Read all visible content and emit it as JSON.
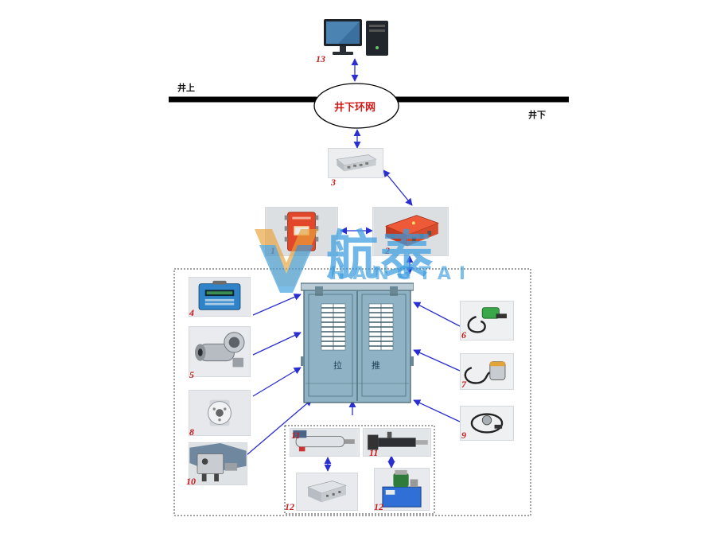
{
  "labels": {
    "above_ground": "井上",
    "below_ground": "井下",
    "ring_network": "井下环网",
    "door_left_char": "拉",
    "door_right_char": "推"
  },
  "watermark": {
    "brand_cn": "航泰",
    "brand_en": "HANGTAI"
  },
  "components": [
    {
      "id": "computer",
      "number": "13"
    },
    {
      "id": "switch-box",
      "number": "3"
    },
    {
      "id": "control-box-left",
      "number": "1"
    },
    {
      "id": "control-box-right",
      "number": "2"
    },
    {
      "id": "display-panel",
      "number": "4"
    },
    {
      "id": "camera",
      "number": "5"
    },
    {
      "id": "sensor-round",
      "number": "8"
    },
    {
      "id": "bracket-sensor",
      "number": "10"
    },
    {
      "id": "cylinder-left",
      "number": "11"
    },
    {
      "id": "cylinder-right",
      "number": "11"
    },
    {
      "id": "junction-box",
      "number": "12"
    },
    {
      "id": "hydraulic-station",
      "number": "12"
    },
    {
      "id": "cable-sensor-top",
      "number": "6"
    },
    {
      "id": "cable-sensor-mid",
      "number": "7"
    },
    {
      "id": "cable-sensor-bottom",
      "number": "9"
    }
  ],
  "colors": {
    "arrow": "#2a2fd1",
    "number": "#c81a1a",
    "ring_text": "#d11c1c",
    "door": "#8fb3c4",
    "watermark": "#3b9ee0"
  }
}
